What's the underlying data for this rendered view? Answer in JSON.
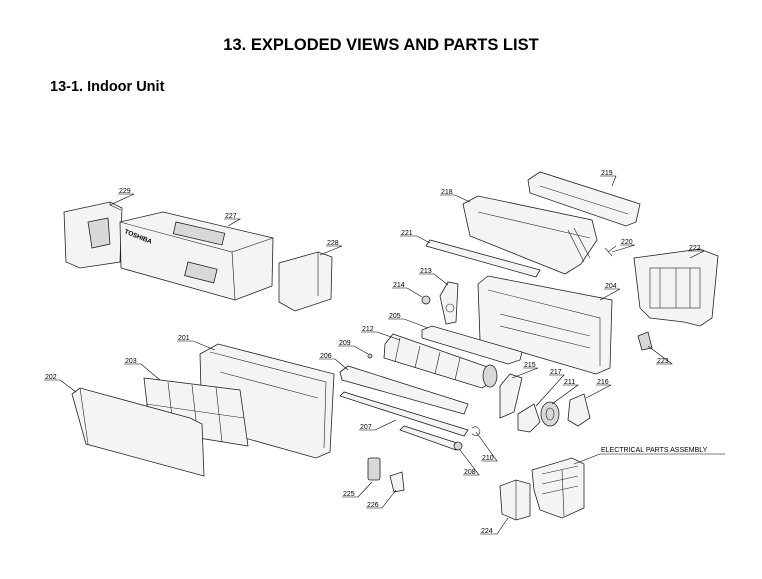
{
  "page": {
    "title": "13.  EXPLODED VIEWS AND PARTS LIST",
    "subtitle": "13-1.  Indoor Unit"
  },
  "brand_text": "TOSHIBA",
  "callouts": {
    "p219": "219",
    "p218": "218",
    "p221": "221",
    "p220": "220",
    "p222": "222",
    "p229": "229",
    "p227": "227",
    "p228": "228",
    "p213": "213",
    "p214": "214",
    "p204": "204",
    "p212": "212",
    "p205": "205",
    "p201": "201",
    "p209": "209",
    "p223": "223",
    "p203": "203",
    "p206": "206",
    "p215": "215",
    "p217": "217",
    "p211": "211",
    "p216": "216",
    "p202": "202",
    "p207": "207",
    "p210": "210",
    "p208": "208",
    "p225": "225",
    "p226": "226",
    "p224": "224",
    "electrical": "ELECTRICAL PARTS ASSEMBLY"
  }
}
